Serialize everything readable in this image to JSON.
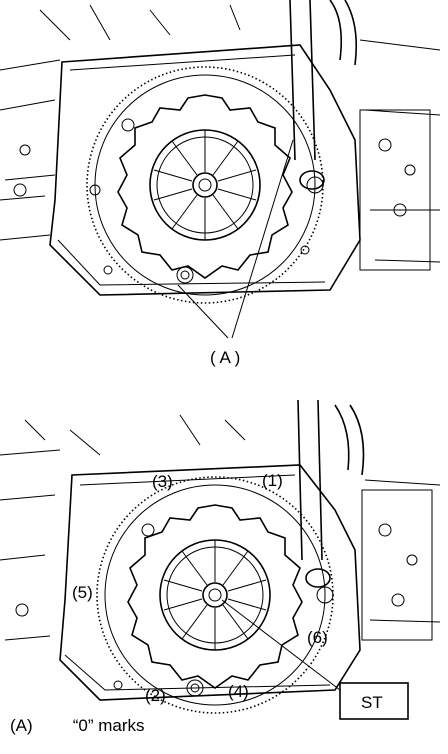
{
  "top_figure": {
    "callout_a": "( A )"
  },
  "bottom_figure": {
    "bolt_labels": [
      "(1)",
      "(2)",
      "(3)",
      "(4)",
      "(5)",
      "(6)"
    ],
    "tool_box": "ST"
  },
  "legend": {
    "key": "(A)",
    "text": "“0” marks"
  }
}
